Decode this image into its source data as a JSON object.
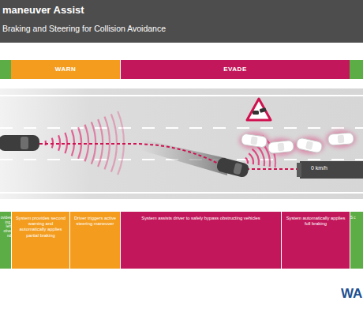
{
  "diagram": {
    "title": "maneuver Assist",
    "nodes": [
      {
        "text": [
          "WARN"
        ]
      },
      {
        "text": [
          "EVADE"
        ]
      },
      {
        "text": [
          "ovides ing, lert ctive nd"
        ]
      },
      {
        "text": [
          "System provides second warning and automatically applies partial braking"
        ]
      },
      {
        "text": [
          "Driver triggers active steering maneuver"
        ]
      },
      {
        "text": [
          "System assists driver to safely bypass obstructing vehicles"
        ]
      },
      {
        "text": [
          "System automatically applies full braking"
        ]
      },
      {
        "text": [
          "S c"
        ]
      }
    ],
    "labels": [
      "Braking and Steering for Collision Avoidance",
      "0 km/h",
      "WA"
    ]
  }
}
